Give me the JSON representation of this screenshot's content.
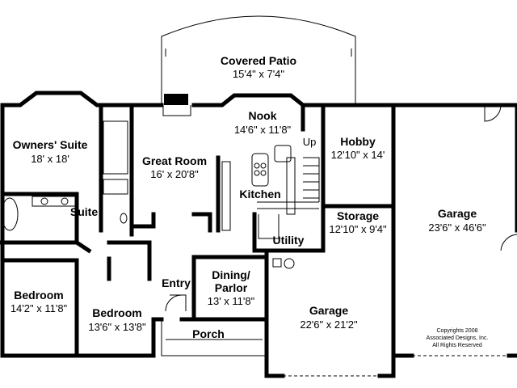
{
  "rooms": {
    "covered_patio": {
      "name": "Covered Patio",
      "dims": "15'4\" x 7'4\""
    },
    "nook": {
      "name": "Nook",
      "dims": "14'6\" x 11'8\""
    },
    "owners_suite": {
      "name": "Owners' Suite",
      "dims": "18' x 18'"
    },
    "great_room": {
      "name": "Great Room",
      "dims": "16' x 20'8\""
    },
    "hobby": {
      "name": "Hobby",
      "dims": "12'10\" x 14'"
    },
    "stair_up": {
      "name": "Up"
    },
    "kitchen": {
      "name": "Kitchen"
    },
    "suite_bath": {
      "name": "Suite"
    },
    "garage_large": {
      "name": "Garage",
      "dims": "23'6\" x 46'6\""
    },
    "storage": {
      "name": "Storage",
      "dims": "12'10\" x 9'4\""
    },
    "utility": {
      "name": "Utility"
    },
    "bedroom_left": {
      "name": "Bedroom",
      "dims": "14'2\" x 11'8\""
    },
    "entry": {
      "name": "Entry"
    },
    "dining": {
      "name": "Dining/",
      "name2": "Parlor",
      "dims": "13' x 11'8\""
    },
    "bedroom_center": {
      "name": "Bedroom",
      "dims": "13'6\" x 13'8\""
    },
    "garage_small": {
      "name": "Garage",
      "dims": "22'6\" x 21'2\""
    },
    "porch": {
      "name": "Porch"
    }
  },
  "copyright": {
    "line1": "Copyrights 2008",
    "line2": "Associated Designs, Inc.",
    "line3": "All Rights Reserved"
  }
}
